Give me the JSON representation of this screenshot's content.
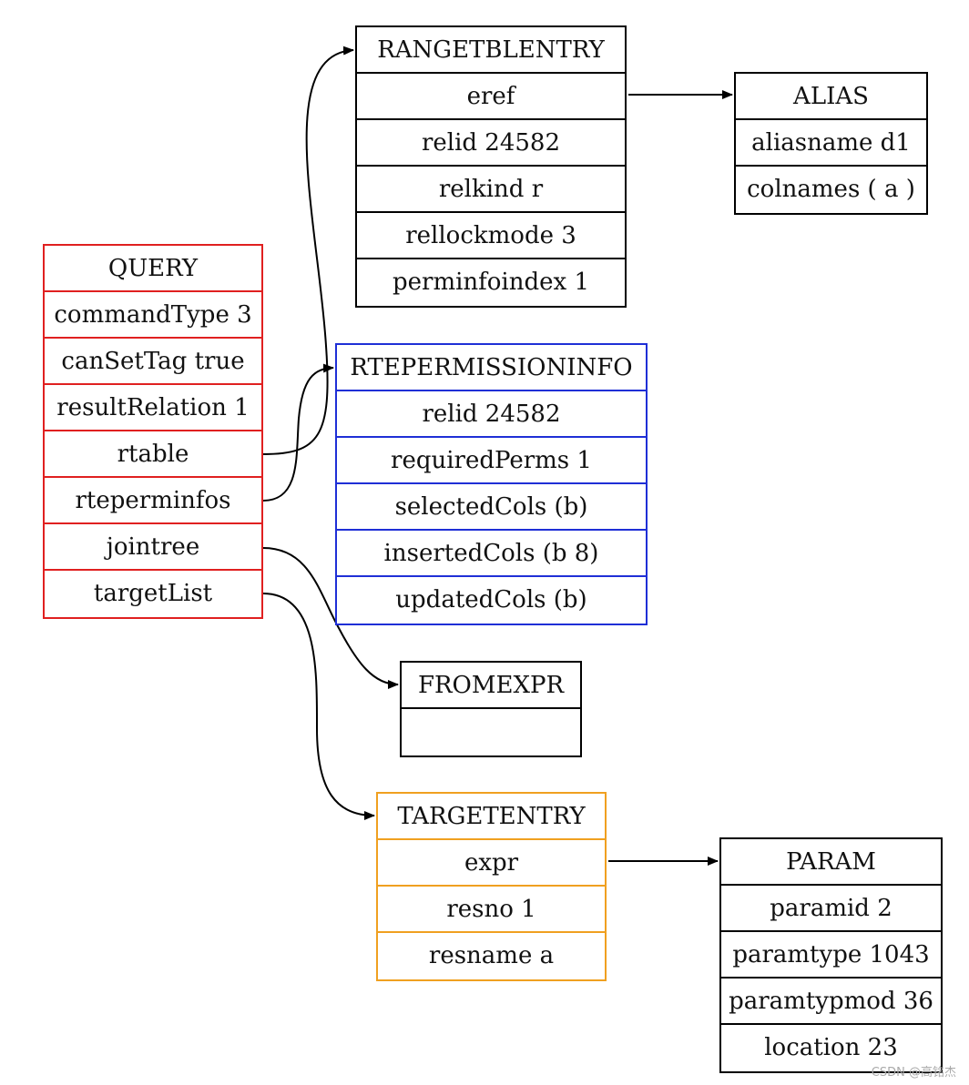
{
  "nodes": {
    "query": {
      "rows": [
        "QUERY",
        "commandType 3",
        "canSetTag true",
        "resultRelation 1",
        "rtable",
        "rteperminfos",
        "jointree",
        "targetList"
      ]
    },
    "rangetblentry": {
      "rows": [
        "RANGETBLENTRY",
        "eref",
        "relid 24582",
        "relkind r",
        "rellockmode 3",
        "perminfoindex 1"
      ]
    },
    "alias": {
      "rows": [
        "ALIAS",
        "aliasname d1",
        "colnames ( a )"
      ]
    },
    "rtepermissioninfo": {
      "rows": [
        "RTEPERMISSIONINFO",
        "relid 24582",
        "requiredPerms 1",
        "selectedCols (b)",
        "insertedCols (b 8)",
        "updatedCols (b)"
      ]
    },
    "fromexpr": {
      "rows": [
        "FROMEXPR",
        ""
      ]
    },
    "targetentry": {
      "rows": [
        "TARGETENTRY",
        "expr",
        "resno 1",
        "resname a"
      ]
    },
    "param": {
      "rows": [
        "PARAM",
        "paramid 2",
        "paramtype 1043",
        "paramtypmod 36",
        "location 23"
      ]
    }
  },
  "colors": {
    "query": "#e02020",
    "rtepermissioninfo": "#1f2fd6",
    "targetentry": "#f0a020",
    "default": "#000000"
  },
  "edges": [
    {
      "from": "query.rtable",
      "to": "rangetblentry"
    },
    {
      "from": "query.rteperminfos",
      "to": "rtepermissioninfo"
    },
    {
      "from": "query.jointree",
      "to": "fromexpr"
    },
    {
      "from": "query.targetList",
      "to": "targetentry"
    },
    {
      "from": "rangetblentry.eref",
      "to": "alias"
    },
    {
      "from": "targetentry.expr",
      "to": "param"
    }
  ],
  "watermark": "CSDN @高铭杰"
}
